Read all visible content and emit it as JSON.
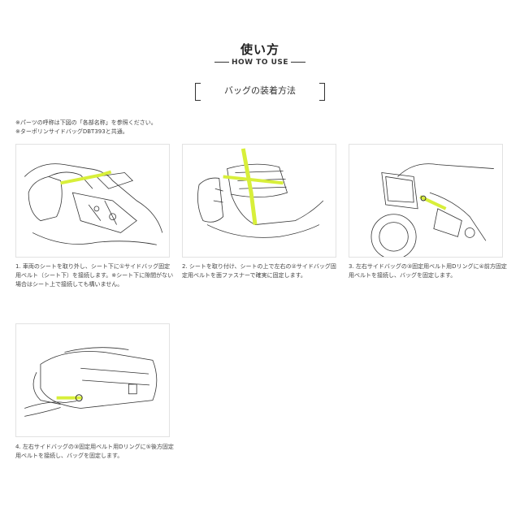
{
  "header": {
    "title": "使い方",
    "subtitle": "HOW TO USE"
  },
  "section": {
    "title": "バッグの装着方法"
  },
  "notes": [
    "※パーツの呼称は下図の「各部名称」を参照ください。",
    "※ターポリンサイドバッグDBT393と共通。"
  ],
  "steps": [
    {
      "caption": "1. 車両のシートを取り外し、シート下に①サイドバッグ固定用ベルト（シート下）を接続します。※シート下に隙間がない場合はシート上で接続しても構いません。"
    },
    {
      "caption": "2. シートを取り付け、シートの上で左右の②サイドバッグ固定用ベルトを面ファスナーで確実に固定します。"
    },
    {
      "caption": "3. 左右サイドバッグの③固定用ベルト用Dリングに④前方固定用ベルトを接続し、バッグを固定します。"
    },
    {
      "caption": "4. 左右サイドバッグの③固定用ベルト用Dリングに⑤後方固定用ベルトを接続し、バッグを固定します。"
    }
  ],
  "colors": {
    "accent": "#d8ef3a",
    "line": "#333333",
    "frame": "#e2e2e2"
  }
}
